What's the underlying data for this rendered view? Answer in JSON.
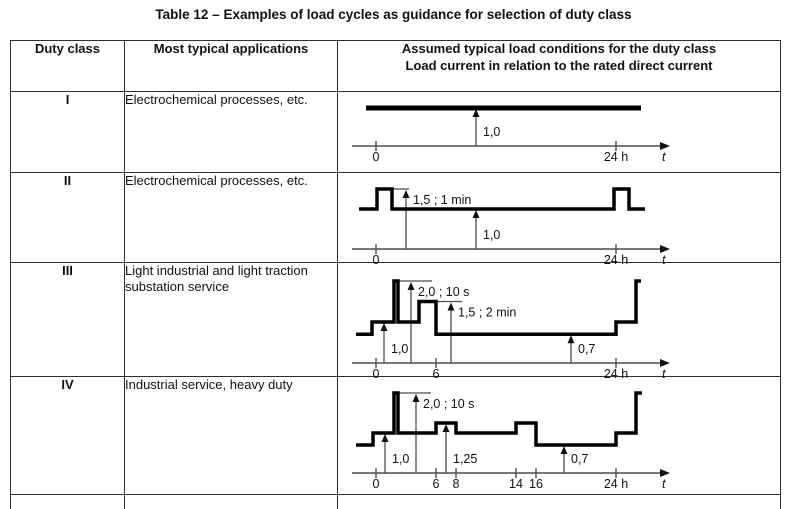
{
  "title": "Table 12 – Examples of load cycles as guidance for selection of duty class",
  "table": {
    "col_headers": {
      "duty_class": "Duty class",
      "applications": "Most typical applications",
      "load_conditions": [
        "Assumed typical load conditions for the duty class",
        "Load current in relation to the rated direct current"
      ]
    },
    "rows": [
      {
        "duty_class": "I",
        "application": "Electrochemical processes, etc.",
        "diagram": {
          "type": "step_line",
          "units": "hours vs load per-unit of rated direct current",
          "thick": true,
          "segments": [
            [
              -1,
              26.5,
              1.0
            ]
          ],
          "annotations": [
            {
              "t": 10,
              "level": 1.0,
              "label": "1,0"
            }
          ],
          "ticks": [
            {
              "t": 0,
              "label": "0"
            },
            {
              "t": 24,
              "label": "24 h"
            }
          ],
          "axis_label": "t",
          "ylim": [
            0,
            2.2
          ]
        }
      },
      {
        "duty_class": "II",
        "application": "Electrochemical processes, etc.",
        "diagram": {
          "type": "step_line",
          "units": "hours vs load per-unit of rated direct current",
          "thick": false,
          "segments": [
            [
              -1.7,
              0.1,
              1.0
            ],
            [
              0.1,
              1.6,
              1.5
            ],
            [
              1.6,
              23.8,
              1.0
            ],
            [
              23.8,
              25.3,
              1.5
            ],
            [
              25.3,
              26.9,
              1.0
            ]
          ],
          "annotations": [
            {
              "t": 3.0,
              "level": 1.5,
              "label": "1,5 ;  1 min",
              "bar": [
                1.6,
                3.3
              ]
            },
            {
              "t": 10,
              "level": 1.0,
              "label": "1,0"
            }
          ],
          "ticks": [
            {
              "t": 0,
              "label": "0"
            },
            {
              "t": 24,
              "label": "24 h"
            }
          ],
          "axis_label": "t",
          "ylim": [
            0,
            2.2
          ]
        }
      },
      {
        "duty_class": "III",
        "application": "Light industrial and light traction substation service",
        "diagram": {
          "type": "step_line",
          "units": "hours vs load per-unit of rated direct current",
          "thick": false,
          "segments": [
            [
              -2.0,
              -0.4,
              0.7
            ],
            [
              -0.4,
              1.8,
              1.0
            ],
            [
              1.8,
              2.2,
              2.0
            ],
            [
              2.2,
              4.3,
              1.0
            ],
            [
              4.3,
              6.0,
              1.5
            ],
            [
              6.0,
              24.0,
              0.7
            ],
            [
              24.0,
              26.0,
              1.0
            ],
            [
              26.0,
              26.5,
              2.0
            ]
          ],
          "annotations": [
            {
              "t": 0.8,
              "level": 1.0,
              "label": "1,0"
            },
            {
              "t": 3.5,
              "level": 2.0,
              "label": "2,0 ;  10 s",
              "bar": [
                2.2,
                5.6
              ]
            },
            {
              "t": 7.5,
              "level": 1.5,
              "label": "1,5 ;  2 min",
              "bar": [
                6.0,
                8.6
              ]
            },
            {
              "t": 19.5,
              "level": 0.7,
              "label": "0,7"
            }
          ],
          "ticks": [
            {
              "t": 0,
              "label": "0"
            },
            {
              "t": 6,
              "label": "6"
            },
            {
              "t": 24,
              "label": "24 h"
            }
          ],
          "axis_label": "t",
          "ylim": [
            0,
            2.2
          ]
        }
      },
      {
        "duty_class": "IV",
        "application": "Industrial service, heavy duty",
        "diagram": {
          "type": "step_line",
          "units": "hours vs load per-unit of rated direct current",
          "thick": false,
          "segments": [
            [
              -2.0,
              -0.3,
              0.7
            ],
            [
              -0.3,
              1.8,
              1.0
            ],
            [
              1.8,
              2.2,
              2.0
            ],
            [
              2.2,
              6.0,
              1.0
            ],
            [
              6.0,
              8.0,
              1.25
            ],
            [
              8.0,
              14.0,
              1.0
            ],
            [
              14.0,
              16.0,
              1.25
            ],
            [
              16.0,
              24.0,
              0.7
            ],
            [
              24.0,
              26.0,
              1.0
            ],
            [
              26.0,
              26.6,
              2.0
            ]
          ],
          "annotations": [
            {
              "t": 0.9,
              "level": 1.0,
              "label": "1,0"
            },
            {
              "t": 4.0,
              "level": 2.0,
              "label": "2,0 ;  10 s",
              "bar": [
                2.2,
                5.5
              ]
            },
            {
              "t": 7.0,
              "level": 1.25,
              "label": "1,25"
            },
            {
              "t": 18.8,
              "level": 0.7,
              "label": "0,7"
            }
          ],
          "ticks": [
            {
              "t": 0,
              "label": "0"
            },
            {
              "t": 6,
              "label": "6"
            },
            {
              "t": 8,
              "label": "8"
            },
            {
              "t": 14,
              "label": "14"
            },
            {
              "t": 16,
              "label": "16"
            },
            {
              "t": 24,
              "label": "24 h"
            }
          ],
          "axis_label": "t",
          "ylim": [
            0,
            2.2
          ]
        }
      }
    ]
  },
  "colors": {
    "load_line": "#000000",
    "axis": "#4d4d4d",
    "text": "#111111",
    "border": "#2e2e2e"
  }
}
